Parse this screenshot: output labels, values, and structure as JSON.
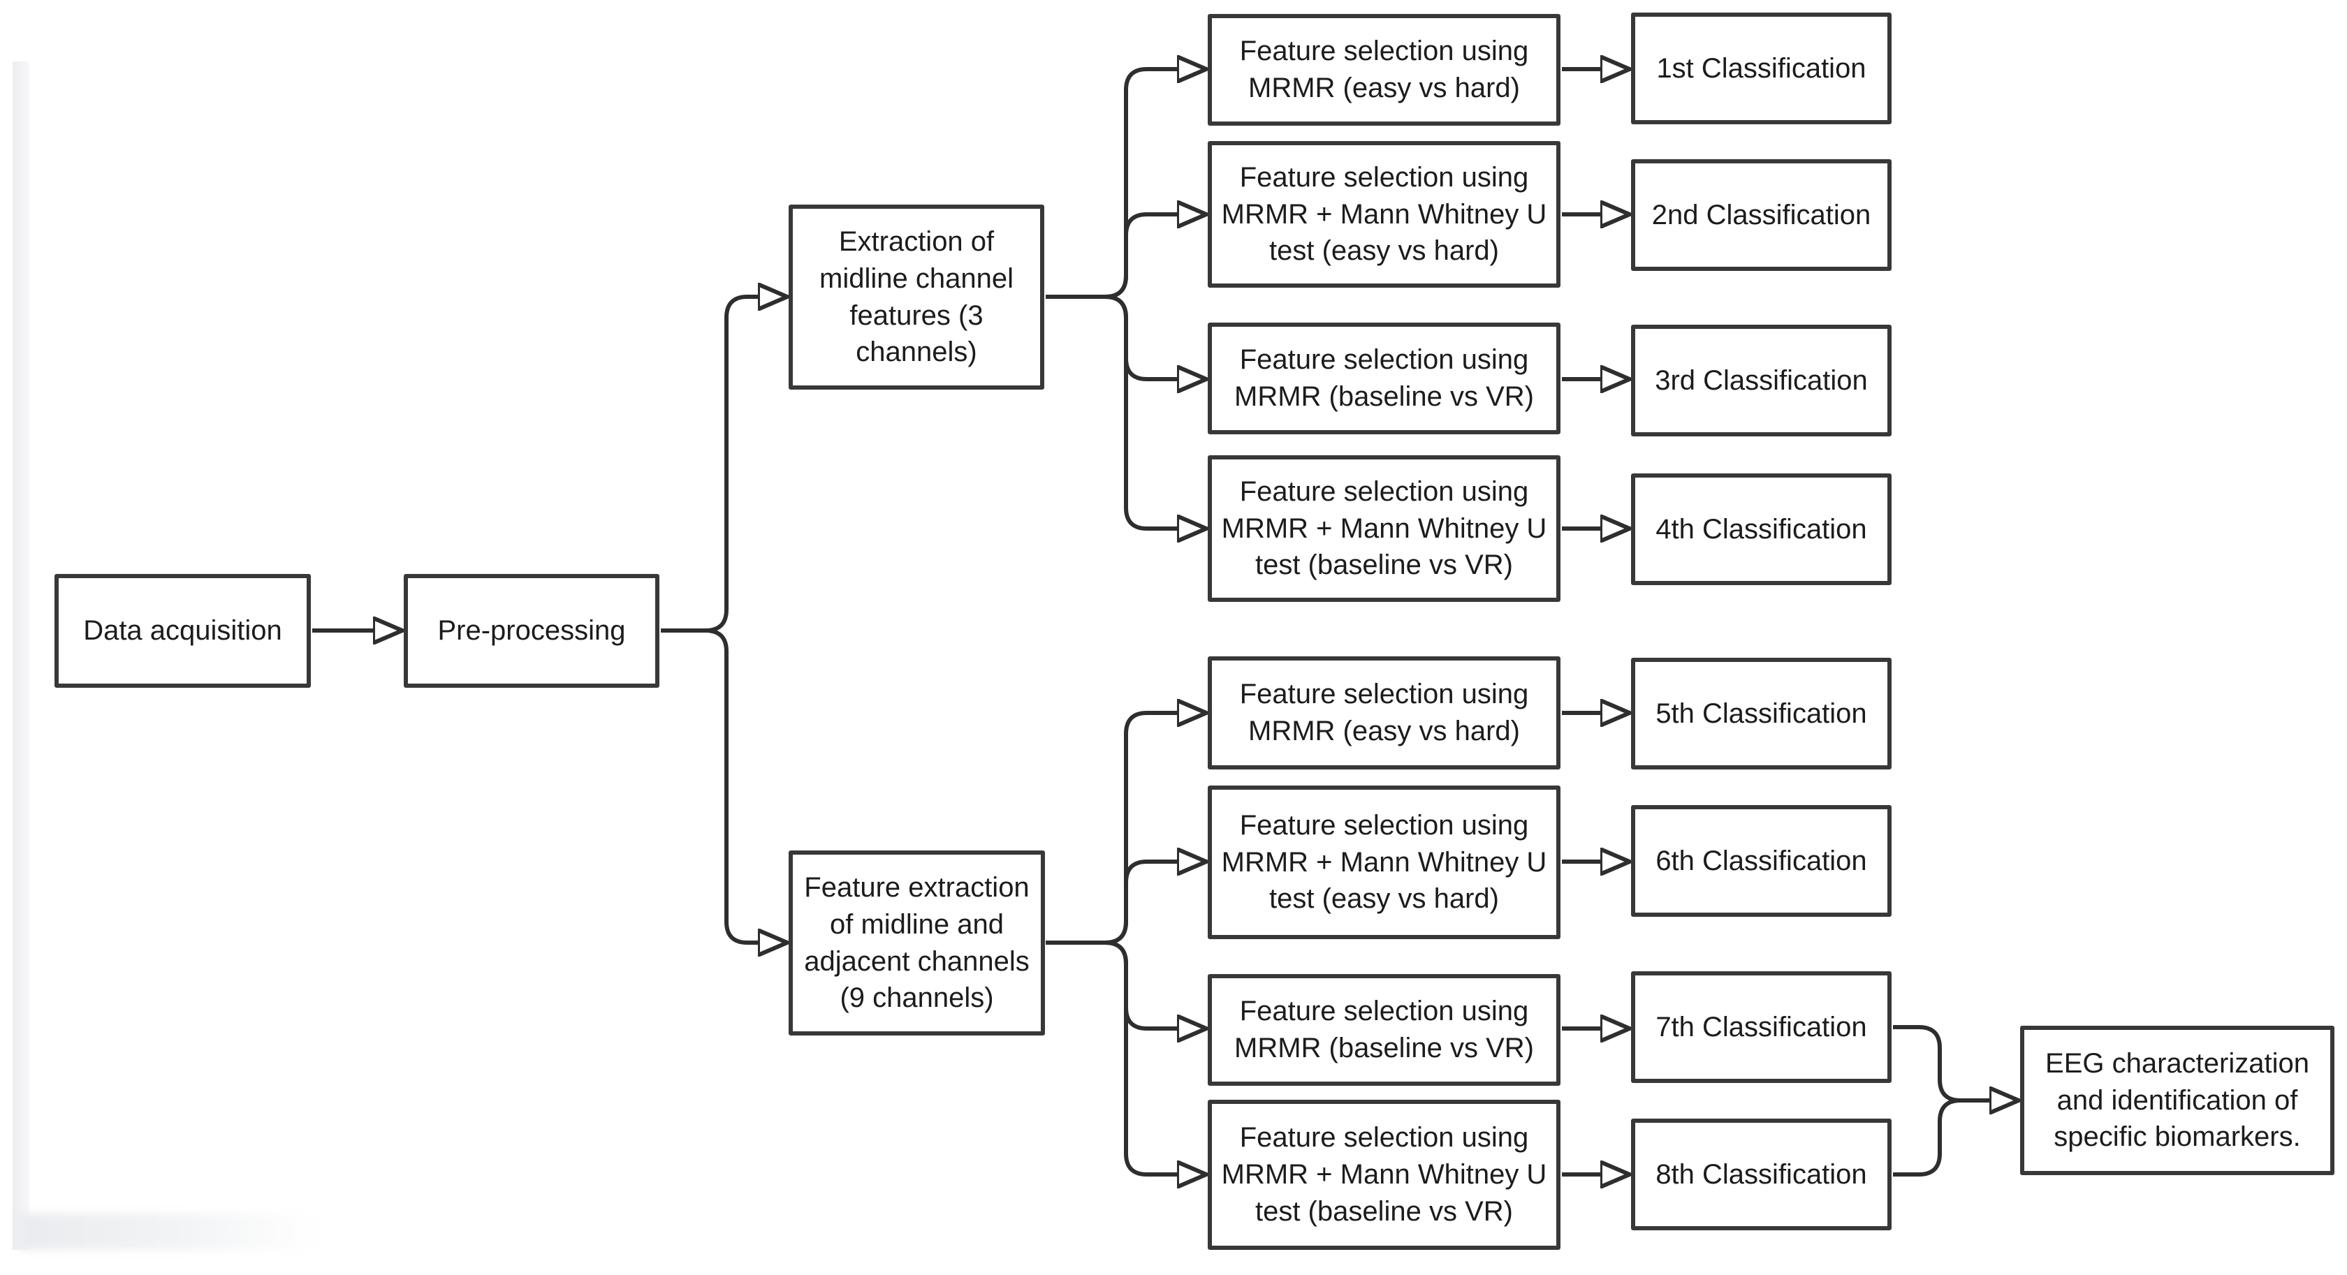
{
  "figure": {
    "type": "flowchart",
    "colors": {
      "line": "#2e2e2e",
      "box_border": "#383838",
      "text": "#1c1c1c",
      "background": "#ffffff"
    },
    "nodes": {
      "data_acquisition": {
        "label": "Data acquisition"
      },
      "pre_processing": {
        "label": "Pre-processing"
      },
      "extraction_midline_3": {
        "label": "Extraction of\nmidline channel\nfeatures (3\nchannels)"
      },
      "feature_extraction_9": {
        "label": "Feature extraction\nof midline and\nadjacent channels\n(9 channels)"
      },
      "fs1": {
        "label": "Feature selection using\nMRMR (easy vs hard)"
      },
      "fs2": {
        "label": "Feature selection using\nMRMR + Mann Whitney U\ntest (easy vs hard)"
      },
      "fs3": {
        "label": "Feature selection using\nMRMR (baseline vs VR)"
      },
      "fs4": {
        "label": "Feature selection using\nMRMR + Mann Whitney U\ntest (baseline vs VR)"
      },
      "fs5": {
        "label": "Feature selection using\nMRMR (easy vs hard)"
      },
      "fs6": {
        "label": "Feature selection using\nMRMR + Mann Whitney U\ntest (easy vs hard)"
      },
      "fs7": {
        "label": "Feature selection using\nMRMR (baseline vs VR)"
      },
      "fs8": {
        "label": "Feature selection using\nMRMR + Mann Whitney U\ntest (baseline vs VR)"
      },
      "c1": {
        "label": "1st Classification"
      },
      "c2": {
        "label": "2nd Classification"
      },
      "c3": {
        "label": "3rd Classification"
      },
      "c4": {
        "label": "4th Classification"
      },
      "c5": {
        "label": "5th Classification"
      },
      "c6": {
        "label": "6th Classification"
      },
      "c7": {
        "label": "7th Classification"
      },
      "c8": {
        "label": "8th Classification"
      },
      "eeg": {
        "label": "EEG characterization\nand identification of\nspecific biomarkers."
      }
    }
  }
}
